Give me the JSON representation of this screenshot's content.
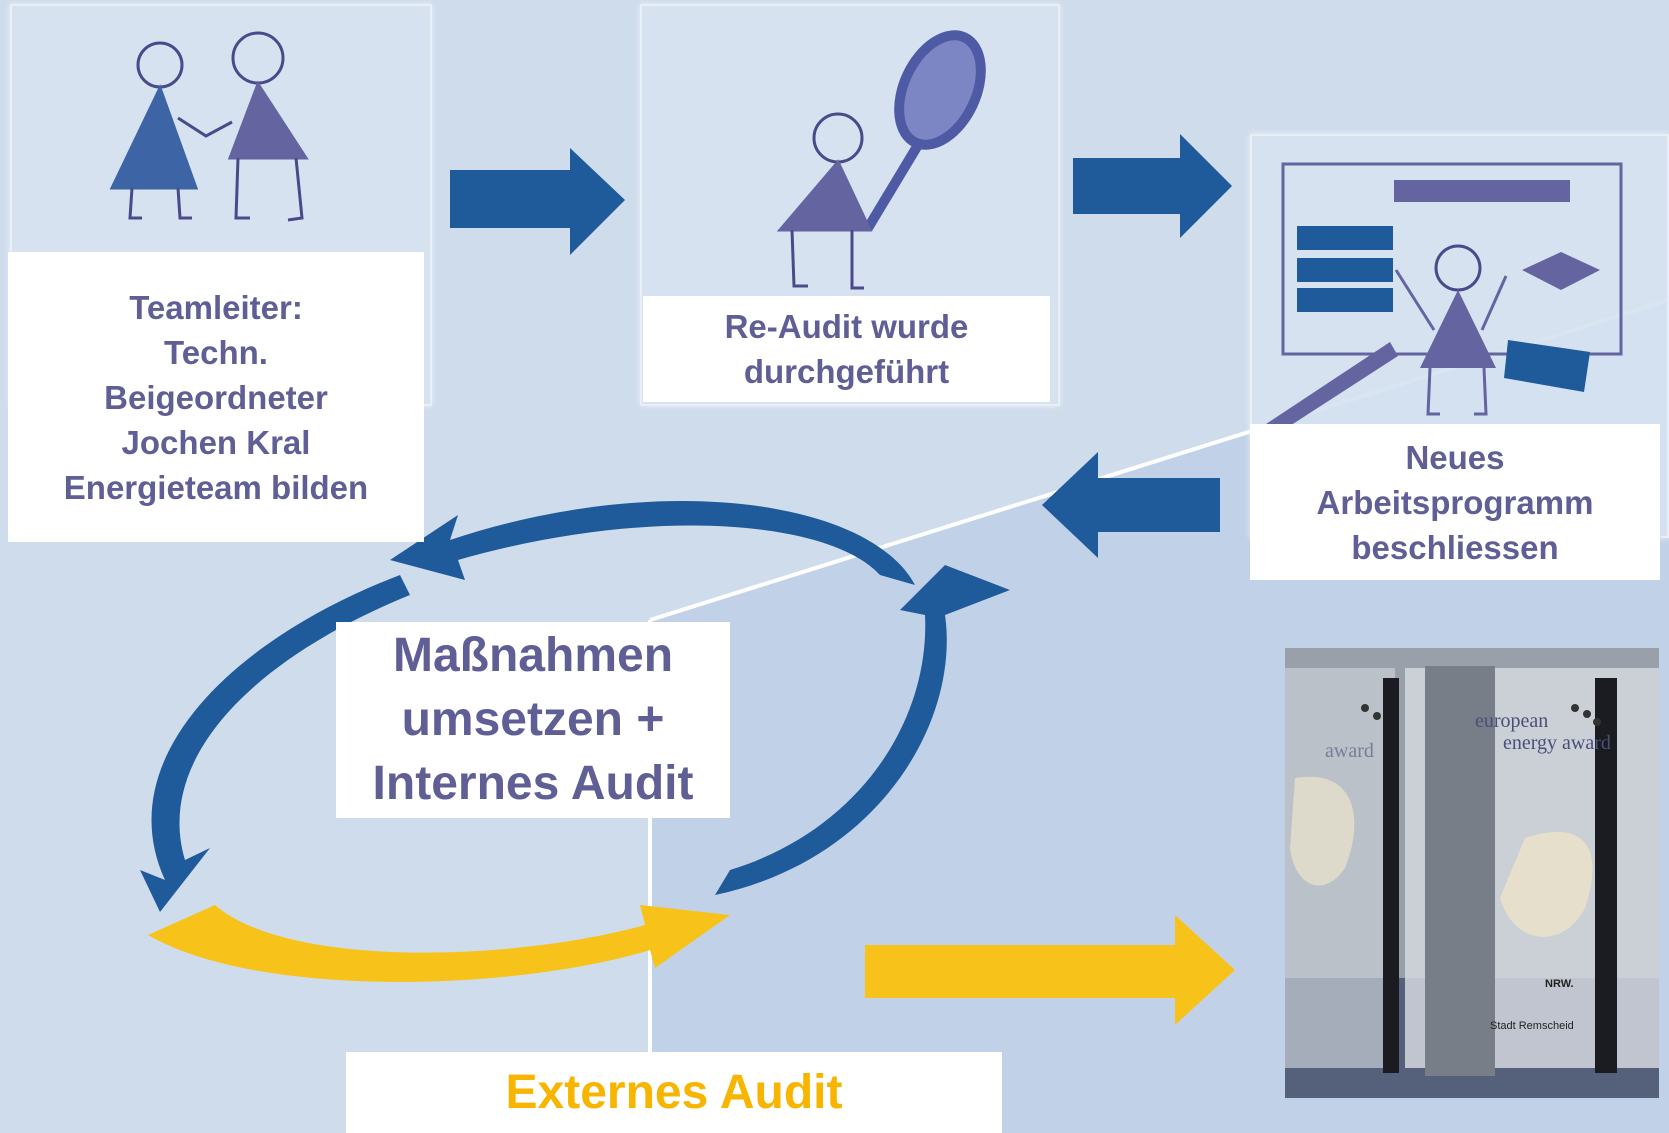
{
  "steps": {
    "team": {
      "lines": [
        "Teamleiter:",
        "Techn.",
        "Beigeordneter",
        "Jochen Kral",
        "Energieteam bilden"
      ]
    },
    "reaudit": {
      "lines": [
        "Re-Audit wurde",
        "durchgeführt"
      ]
    },
    "program": {
      "lines": [
        "Neues",
        "Arbeitsprogramm",
        "beschliessen"
      ]
    },
    "measures": {
      "lines": [
        "Maßnahmen",
        "umsetzen +",
        "Internes Audit"
      ]
    },
    "external": {
      "label": "Externes Audit"
    }
  },
  "award": {
    "title_line1": "european",
    "title_line2": "energy award",
    "ghost_line": "award",
    "city": "Stadt Remscheid",
    "brand": "NRW."
  },
  "colors": {
    "background": "#cfdcec",
    "text": "#5f5f95",
    "blue_arrow": "#1f5a9a",
    "yellow_arrow": "#f7c31a",
    "external_text": "#f7b500",
    "figure": "#6464a0"
  }
}
